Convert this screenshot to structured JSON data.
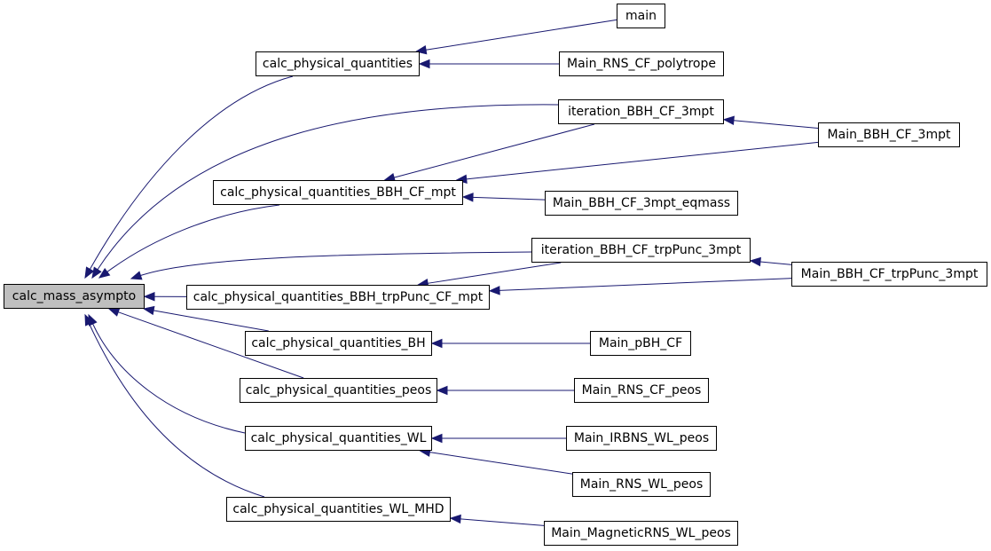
{
  "colors": {
    "edge": "#191970",
    "node_border": "#000000",
    "root_fill": "#bfbfbf",
    "node_fill": "#ffffff"
  },
  "nodes": [
    {
      "id": "calc_mass_asympto",
      "label": "calc_mass_asympto"
    },
    {
      "id": "cpq",
      "label": "calc_physical_quantities"
    },
    {
      "id": "main",
      "label": "main"
    },
    {
      "id": "main_rns_cf_polytrope",
      "label": "Main_RNS_CF_polytrope"
    },
    {
      "id": "iteration_bbh_cf_3mpt",
      "label": "iteration_BBH_CF_3mpt"
    },
    {
      "id": "main_bbh_cf_3mpt",
      "label": "Main_BBH_CF_3mpt"
    },
    {
      "id": "cpq_bbh_cf_mpt",
      "label": "calc_physical_quantities_BBH_CF_mpt"
    },
    {
      "id": "main_bbh_cf_3mpt_eqmass",
      "label": "Main_BBH_CF_3mpt_eqmass"
    },
    {
      "id": "iteration_bbh_cf_trppunc_3mpt",
      "label": "iteration_BBH_CF_trpPunc_3mpt"
    },
    {
      "id": "main_bbh_cf_trppunc_3mpt",
      "label": "Main_BBH_CF_trpPunc_3mpt"
    },
    {
      "id": "cpq_bbh_trppunc_cf_mpt",
      "label": "calc_physical_quantities_BBH_trpPunc_CF_mpt"
    },
    {
      "id": "cpq_bh",
      "label": "calc_physical_quantities_BH"
    },
    {
      "id": "main_pbh_cf",
      "label": "Main_pBH_CF"
    },
    {
      "id": "cpq_peos",
      "label": "calc_physical_quantities_peos"
    },
    {
      "id": "main_rns_cf_peos",
      "label": "Main_RNS_CF_peos"
    },
    {
      "id": "cpq_wl",
      "label": "calc_physical_quantities_WL"
    },
    {
      "id": "main_irbns_wl_peos",
      "label": "Main_IRBNS_WL_peos"
    },
    {
      "id": "main_rns_wl_peos",
      "label": "Main_RNS_WL_peos"
    },
    {
      "id": "cpq_wl_mhd",
      "label": "calc_physical_quantities_WL_MHD"
    },
    {
      "id": "main_magneticrns_wl_peos",
      "label": "Main_MagneticRNS_WL_peos"
    }
  ],
  "edges": [
    {
      "from": "cpq",
      "to": "calc_mass_asympto"
    },
    {
      "from": "iteration_bbh_cf_3mpt",
      "to": "calc_mass_asympto"
    },
    {
      "from": "cpq_bbh_cf_mpt",
      "to": "calc_mass_asympto"
    },
    {
      "from": "iteration_bbh_cf_trppunc_3mpt",
      "to": "calc_mass_asympto"
    },
    {
      "from": "cpq_bbh_trppunc_cf_mpt",
      "to": "calc_mass_asympto"
    },
    {
      "from": "cpq_bh",
      "to": "calc_mass_asympto"
    },
    {
      "from": "cpq_peos",
      "to": "calc_mass_asympto"
    },
    {
      "from": "cpq_wl",
      "to": "calc_mass_asympto"
    },
    {
      "from": "cpq_wl_mhd",
      "to": "calc_mass_asympto"
    },
    {
      "from": "main",
      "to": "cpq"
    },
    {
      "from": "main_rns_cf_polytrope",
      "to": "cpq"
    },
    {
      "from": "main_bbh_cf_3mpt",
      "to": "iteration_bbh_cf_3mpt"
    },
    {
      "from": "iteration_bbh_cf_3mpt",
      "to": "cpq_bbh_cf_mpt"
    },
    {
      "from": "main_bbh_cf_3mpt",
      "to": "cpq_bbh_cf_mpt"
    },
    {
      "from": "main_bbh_cf_3mpt_eqmass",
      "to": "cpq_bbh_cf_mpt"
    },
    {
      "from": "main_bbh_cf_trppunc_3mpt",
      "to": "iteration_bbh_cf_trppunc_3mpt"
    },
    {
      "from": "iteration_bbh_cf_trppunc_3mpt",
      "to": "cpq_bbh_trppunc_cf_mpt"
    },
    {
      "from": "main_bbh_cf_trppunc_3mpt",
      "to": "cpq_bbh_trppunc_cf_mpt"
    },
    {
      "from": "main_pbh_cf",
      "to": "cpq_bh"
    },
    {
      "from": "main_rns_cf_peos",
      "to": "cpq_peos"
    },
    {
      "from": "main_irbns_wl_peos",
      "to": "cpq_wl"
    },
    {
      "from": "main_rns_wl_peos",
      "to": "cpq_wl"
    },
    {
      "from": "main_magneticrns_wl_peos",
      "to": "cpq_wl_mhd"
    }
  ]
}
